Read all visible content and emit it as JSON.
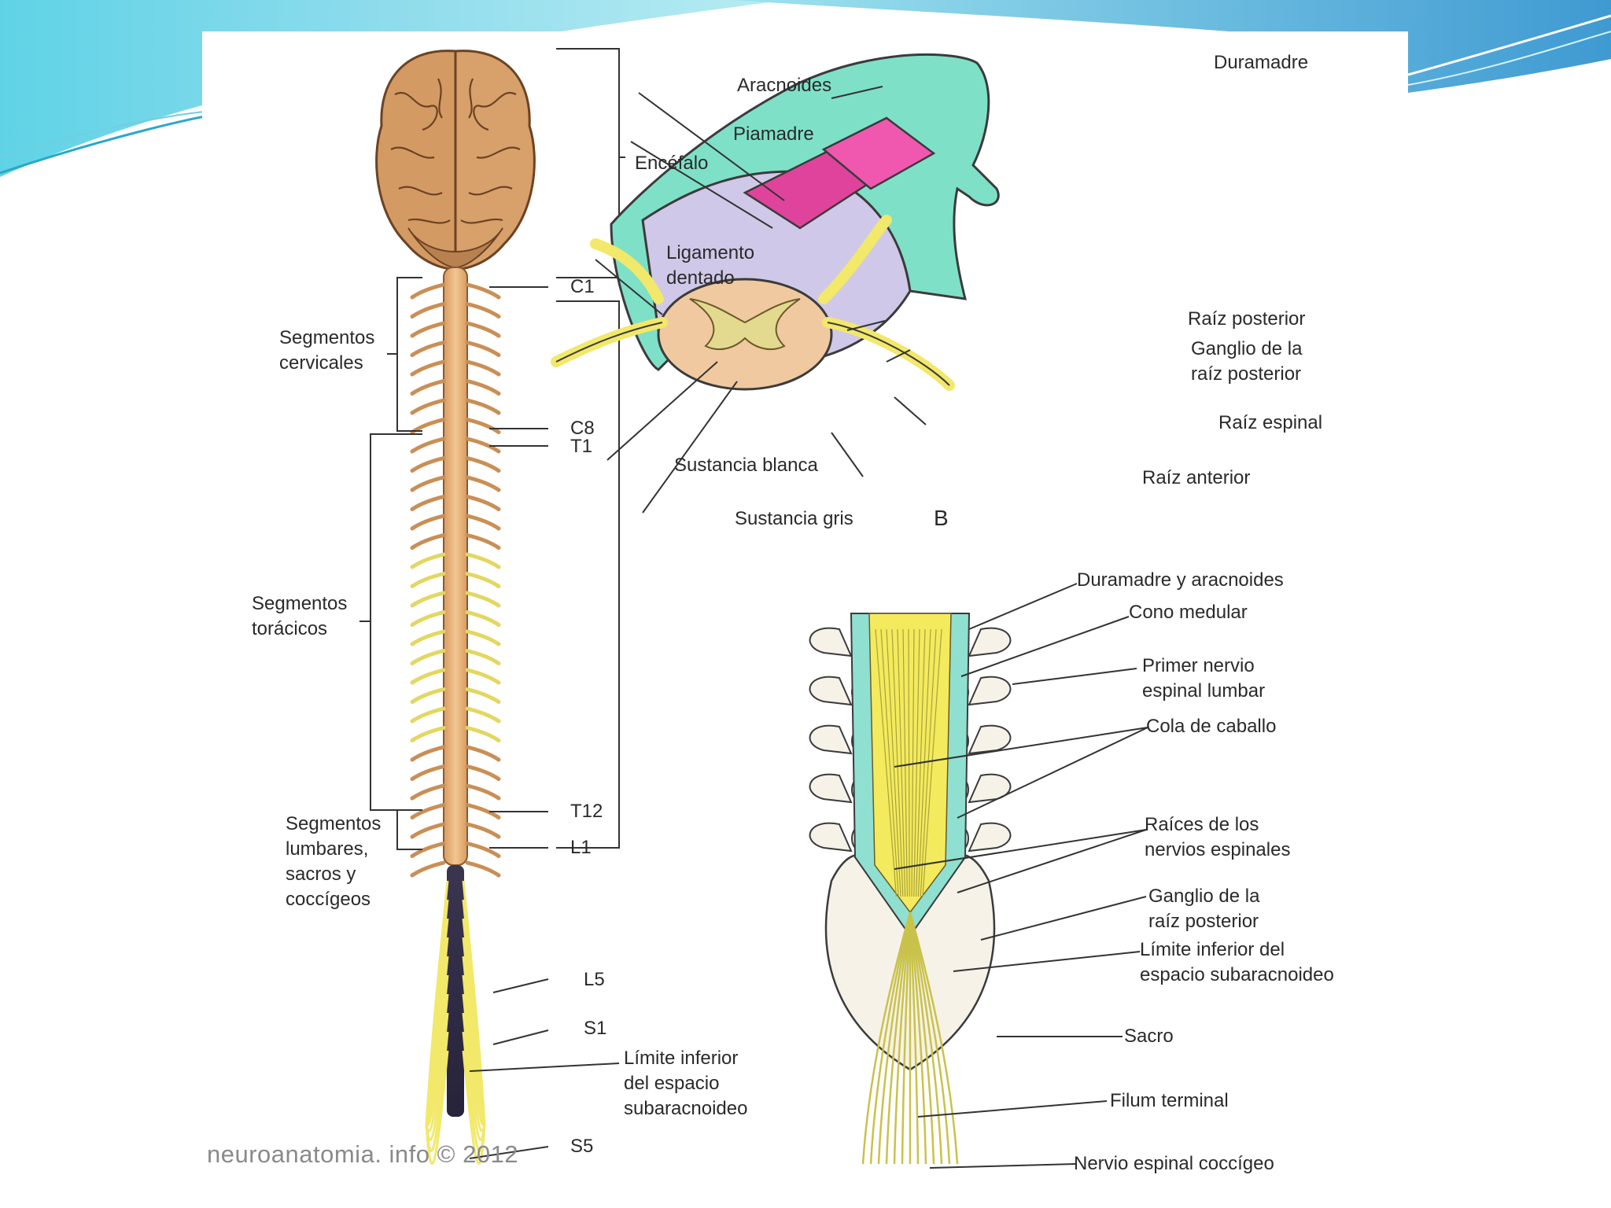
{
  "colors": {
    "accent_cyan": "#5fd3e6",
    "accent_blue": "#4aa3d6",
    "brain": "#d49a63",
    "cord": "#e9b27b",
    "nerve_yellow": "#f2e86a",
    "dura_mint": "#7fe0c8",
    "pia_magenta": "#e0439c",
    "text": "#2a2a2a"
  },
  "figure_a": {
    "brain_label": "Encéfalo",
    "segment_labels": {
      "c1": "C1",
      "c8": "C8",
      "t1": "T1",
      "t12": "T12",
      "l1": "L1",
      "l5": "L5",
      "s1": "S1",
      "s5": "S5"
    },
    "regions": {
      "cervical": [
        "Segmentos",
        "cervicales"
      ],
      "thoracic": [
        "Segmentos",
        "torácicos"
      ],
      "lumbar": [
        "Segmentos",
        "lumbares,",
        "sacros y",
        "coccígeos"
      ]
    },
    "lower_limit": [
      "Límite inferior",
      "del espacio",
      "subaracnoideo"
    ]
  },
  "figure_b": {
    "letter": "B",
    "labels": {
      "duramadre": "Duramadre",
      "aracnoides": "Aracnoides",
      "piamadre": "Piamadre",
      "ligamento": [
        "Ligamento",
        "dentado"
      ],
      "raiz_posterior": "Raíz posterior",
      "ganglio": [
        "Ganglio de la",
        "raíz posterior"
      ],
      "raiz_espinal": "Raíz espinal",
      "raiz_anterior": "Raíz anterior",
      "sustancia_blanca": "Sustancia blanca",
      "sustancia_gris": "Sustancia gris"
    }
  },
  "figure_c": {
    "labels": {
      "dura_arac": "Duramadre y aracnoides",
      "cono": "Cono medular",
      "primer_nervio": [
        "Primer nervio",
        "espinal lumbar"
      ],
      "cola": "Cola de caballo",
      "raices": [
        "Raíces de los",
        "nervios espinales"
      ],
      "ganglio": [
        "Ganglio de la",
        "raíz posterior"
      ],
      "limite": [
        "Límite inferior del",
        "espacio subaracnoideo"
      ],
      "sacro": "Sacro",
      "filum": "Filum terminal",
      "coccigeo": "Nervio espinal coccígeo"
    }
  },
  "watermark": "neuroanatomia. info © 2012"
}
